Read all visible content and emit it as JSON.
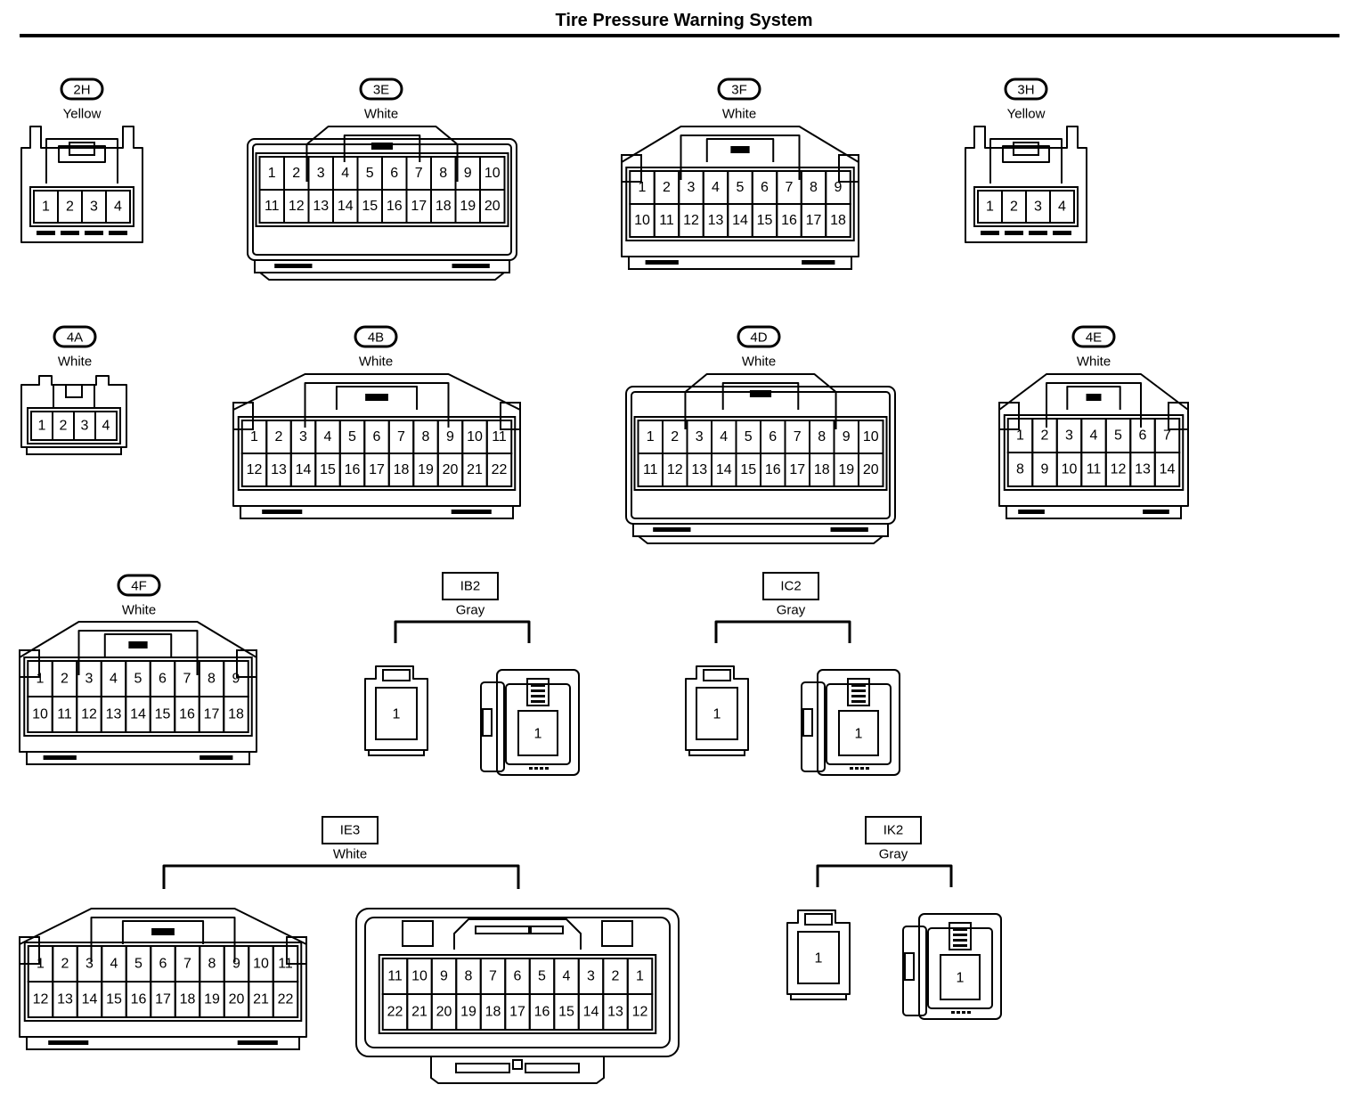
{
  "title": "Tire Pressure Warning System",
  "connectors": [
    {
      "id": "2H",
      "color": "Yellow",
      "label_style": "oval",
      "rows": [
        [
          "1",
          "2",
          "3",
          "4"
        ]
      ]
    },
    {
      "id": "3E",
      "color": "White",
      "label_style": "oval",
      "rows": [
        [
          "1",
          "2",
          "3",
          "4",
          "5",
          "6",
          "7",
          "8",
          "9",
          "10"
        ],
        [
          "11",
          "12",
          "13",
          "14",
          "15",
          "16",
          "17",
          "18",
          "19",
          "20"
        ]
      ]
    },
    {
      "id": "3F",
      "color": "White",
      "label_style": "oval",
      "rows": [
        [
          "1",
          "2",
          "3",
          "4",
          "5",
          "6",
          "7",
          "8",
          "9"
        ],
        [
          "10",
          "11",
          "12",
          "13",
          "14",
          "15",
          "16",
          "17",
          "18"
        ]
      ]
    },
    {
      "id": "3H",
      "color": "Yellow",
      "label_style": "oval",
      "rows": [
        [
          "1",
          "2",
          "3",
          "4"
        ]
      ]
    },
    {
      "id": "4A",
      "color": "White",
      "label_style": "oval",
      "rows": [
        [
          "1",
          "2",
          "3",
          "4"
        ]
      ]
    },
    {
      "id": "4B",
      "color": "White",
      "label_style": "oval",
      "rows": [
        [
          "1",
          "2",
          "3",
          "4",
          "5",
          "6",
          "7",
          "8",
          "9",
          "10",
          "11"
        ],
        [
          "12",
          "13",
          "14",
          "15",
          "16",
          "17",
          "18",
          "19",
          "20",
          "21",
          "22"
        ]
      ]
    },
    {
      "id": "4D",
      "color": "White",
      "label_style": "oval",
      "rows": [
        [
          "1",
          "2",
          "3",
          "4",
          "5",
          "6",
          "7",
          "8",
          "9",
          "10"
        ],
        [
          "11",
          "12",
          "13",
          "14",
          "15",
          "16",
          "17",
          "18",
          "19",
          "20"
        ]
      ]
    },
    {
      "id": "4E",
      "color": "White",
      "label_style": "oval",
      "rows": [
        [
          "1",
          "2",
          "3",
          "4",
          "5",
          "6",
          "7"
        ],
        [
          "8",
          "9",
          "10",
          "11",
          "12",
          "13",
          "14"
        ]
      ]
    },
    {
      "id": "4F",
      "color": "White",
      "label_style": "oval",
      "rows": [
        [
          "1",
          "2",
          "3",
          "4",
          "5",
          "6",
          "7",
          "8",
          "9"
        ],
        [
          "10",
          "11",
          "12",
          "13",
          "14",
          "15",
          "16",
          "17",
          "18"
        ]
      ]
    },
    {
      "id": "IB2",
      "color": "Gray",
      "label_style": "box",
      "pins_left": "1",
      "pins_right": "1"
    },
    {
      "id": "IC2",
      "color": "Gray",
      "label_style": "box",
      "pins_left": "1",
      "pins_right": "1"
    },
    {
      "id": "IE3",
      "color": "White",
      "label_style": "box",
      "rows": [
        [
          "1",
          "2",
          "3",
          "4",
          "5",
          "6",
          "7",
          "8",
          "9",
          "10",
          "11"
        ],
        [
          "12",
          "13",
          "14",
          "15",
          "16",
          "17",
          "18",
          "19",
          "20",
          "21",
          "22"
        ]
      ],
      "rows_right": [
        [
          "11",
          "10",
          "9",
          "8",
          "7",
          "6",
          "5",
          "4",
          "3",
          "2",
          "1"
        ],
        [
          "22",
          "21",
          "20",
          "19",
          "18",
          "17",
          "16",
          "15",
          "14",
          "13",
          "12"
        ]
      ]
    },
    {
      "id": "IK2",
      "color": "Gray",
      "label_style": "box",
      "pins_left": "1",
      "pins_right": "1"
    }
  ]
}
